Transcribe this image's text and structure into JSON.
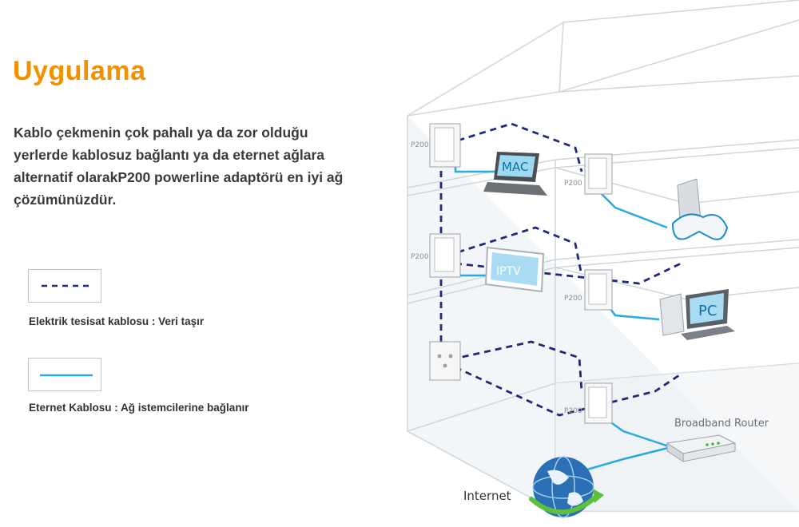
{
  "heading": "Uygulama",
  "description": "Kablo çekmenin çok pahalı ya da zor olduğu yerlerde kablosuz bağlantı ya da eternet ağlara alternatif olarakP200 powerline adaptörü en iyi ağ çözümünüzdür.",
  "legend": {
    "power_line": "Elektrik tesisat kablosu : Veri taşır",
    "ethernet": "Eternet Kablosu : Ağ istemcilerine bağlanır"
  },
  "diagram": {
    "adapter_label": "P200",
    "devices": {
      "mac": "MAC",
      "iptv": "IPTV",
      "pc": "PC"
    },
    "router_label": "Broadband Router",
    "internet_label": "Internet"
  },
  "colors": {
    "accent": "#f29100",
    "power_line": "#1f2a7a",
    "ethernet": "#2aa9e0"
  }
}
